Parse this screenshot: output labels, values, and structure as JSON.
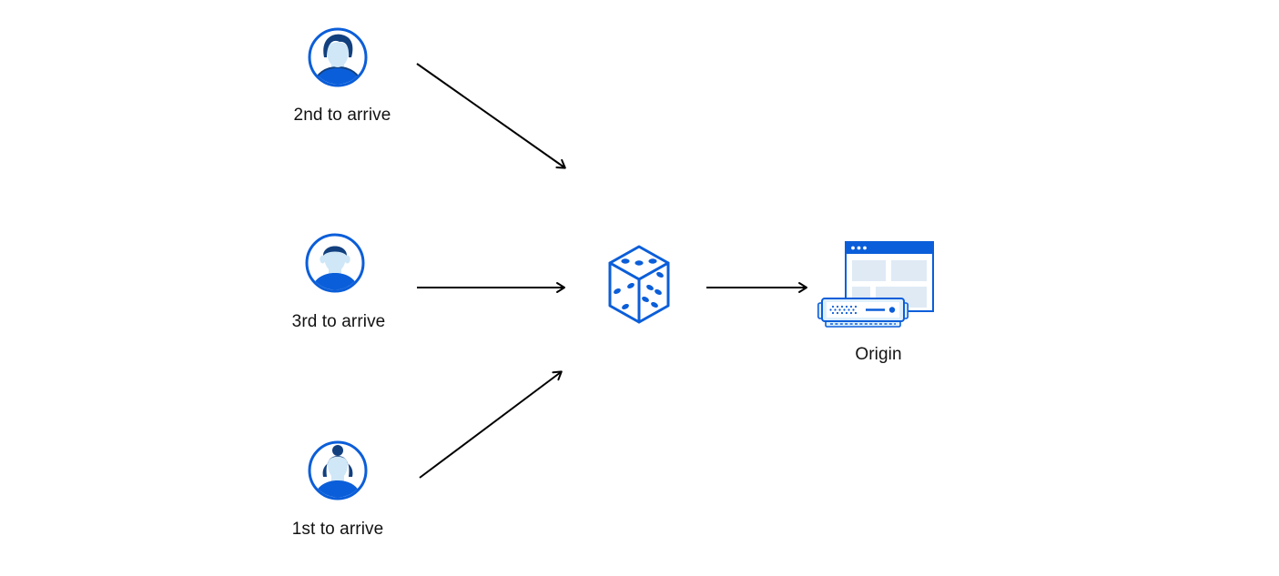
{
  "diagram": {
    "title_hint": "clients-random-order-to-origin",
    "clients": [
      {
        "id": "client-second",
        "label": "2nd to arrive",
        "avatar": "man-swept-hair-avatar-icon"
      },
      {
        "id": "client-third",
        "label": "3rd to arrive",
        "avatar": "man-short-hair-avatar-icon"
      },
      {
        "id": "client-first",
        "label": "1st to arrive",
        "avatar": "woman-bun-avatar-icon"
      }
    ],
    "randomizer": {
      "icon": "dice-icon"
    },
    "origin": {
      "label": "Origin",
      "icons": [
        "browser-window-icon",
        "server-icon"
      ]
    },
    "colors": {
      "primary_blue": "#0b5ed9",
      "dark_navy": "#12407f",
      "face_blue": "#cfe7f7",
      "panel_blue": "#dfeaf5",
      "server_light_blue": "#dff0fb",
      "arrow": "#000000"
    }
  }
}
